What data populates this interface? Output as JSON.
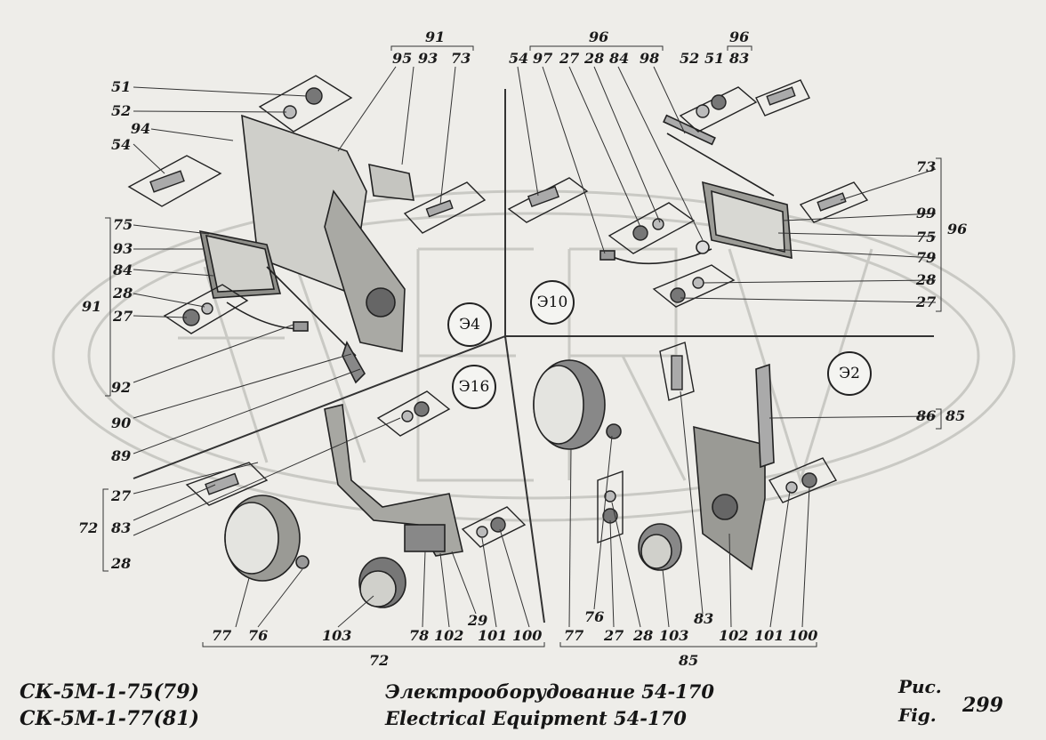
{
  "footer": {
    "model_line_1": "СК-5М-1-75(79)",
    "model_line_2": "СК-5М-1-77(81)",
    "title_ru": "Электрооборудование 54-170",
    "title_en": "Electrical Equipment 54-170",
    "fig_ru": "Рис.",
    "fig_en": "Fig.",
    "fig_number": "299"
  },
  "section_markers": [
    "Э4",
    "Э10",
    "Э16",
    "Э2"
  ],
  "callouts": {
    "ul": [
      "51",
      "52",
      "94",
      "54",
      "75",
      "93",
      "84",
      "28",
      "27",
      "91",
      "92",
      "90",
      "89"
    ],
    "ul_group_top": [
      "91",
      "95",
      "93",
      "73"
    ],
    "ur_group_top": [
      "96",
      "54",
      "97",
      "27",
      "28",
      "84",
      "98"
    ],
    "ur_group_top2": [
      "96",
      "52",
      "51",
      "83"
    ],
    "ur_right": [
      "73",
      "99",
      "75",
      "79",
      "28",
      "27",
      "96"
    ],
    "ll_left": [
      "27",
      "72",
      "83",
      "28"
    ],
    "ll_bottom": [
      "77",
      "76",
      "103",
      "78",
      "102",
      "101",
      "100",
      "29",
      "72"
    ],
    "lr_bottom": [
      "76",
      "77",
      "27",
      "28",
      "103",
      "83",
      "102",
      "101",
      "100",
      "85"
    ],
    "lr_right": [
      "86",
      "85"
    ]
  }
}
